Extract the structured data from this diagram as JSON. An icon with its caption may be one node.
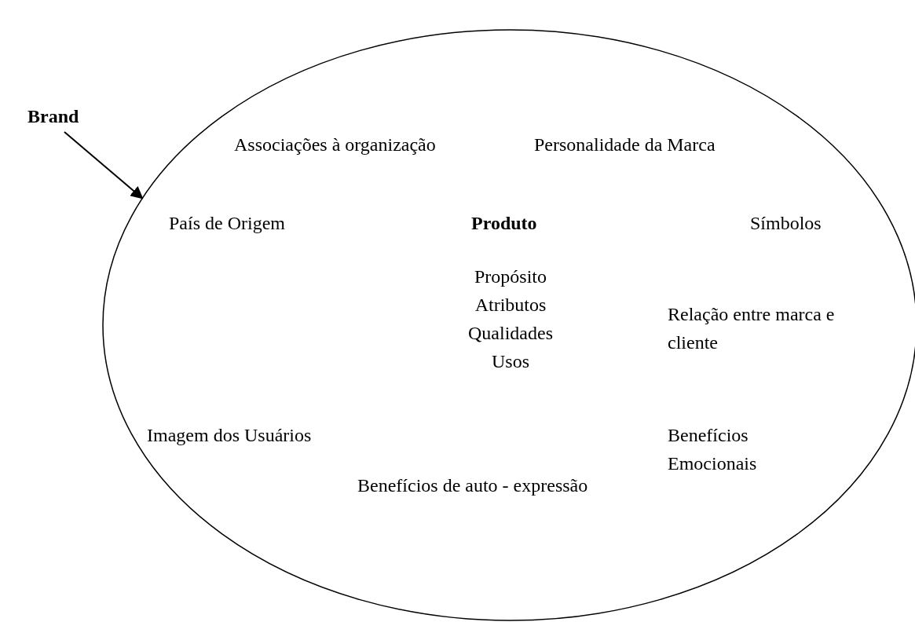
{
  "diagram": {
    "nodes": [
      {
        "text": [
          "Brand"
        ]
      },
      {
        "text": [
          "Associações à organização",
          "Personalidade da Marca",
          "País de Origem",
          "Produto",
          "Símbolos",
          "Propósito Atributos Qualidades Usos",
          "Relação entre marca e cliente",
          "Imagem dos Usuários",
          "Benefícios Emocionais",
          "Benefícios de auto - expressão"
        ]
      }
    ],
    "edges": [
      {
        "from": 0,
        "to": 1,
        "arrow": "to"
      }
    ]
  }
}
